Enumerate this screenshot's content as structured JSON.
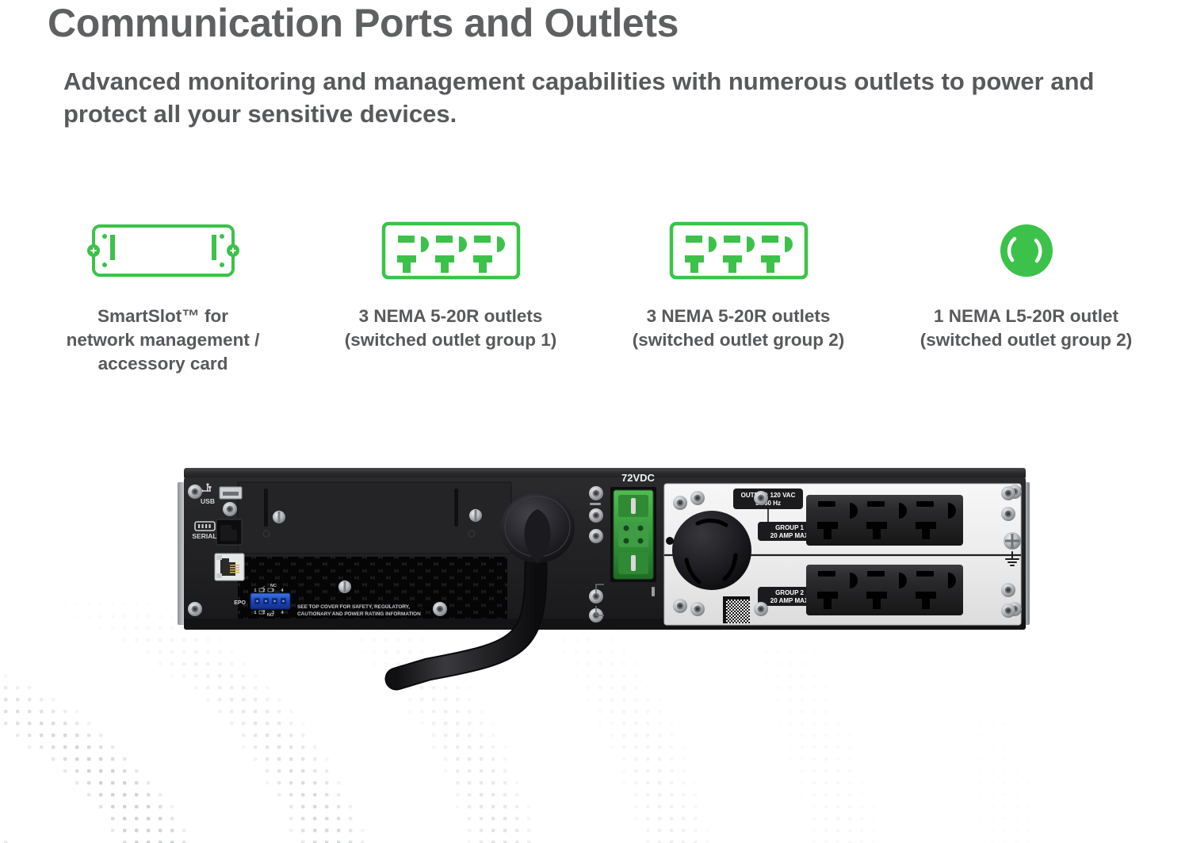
{
  "header": {
    "title": "Communication Ports and Outlets",
    "subtitle": "Advanced monitoring and management capabilities with numerous outlets to power and protect all your sensitive devices."
  },
  "colors": {
    "brand_green": "#3cc24a",
    "heading_gray": "#5f6062",
    "body_gray": "#58595b",
    "panel_white": "#efefef",
    "chassis_black": "#232323",
    "terminal_green": "#3faa3f",
    "epo_blue": "#2255cc"
  },
  "features": [
    {
      "icon": "smartslot-icon",
      "label": "SmartSlot™ for\nnetwork management /\naccessory card"
    },
    {
      "icon": "nema-5-20r-triple-outlet-icon",
      "label": "3 NEMA 5-20R outlets\n(switched outlet group 1)"
    },
    {
      "icon": "nema-5-20r-triple-outlet-icon",
      "label": "3 NEMA 5-20R outlets\n(switched outlet group 2)"
    },
    {
      "icon": "nema-l5-20r-twistlock-outlet-icon",
      "label": "1 NEMA L5-20R outlet\n(switched outlet group 2)"
    }
  ],
  "device": {
    "name": "ups-rear-panel",
    "labels": {
      "usb": "USB",
      "serial": "SERIAL",
      "epo": "EPO",
      "epo_nc": "NC",
      "epo_no": "NO",
      "epo_pins_top": [
        "1",
        "2",
        "3",
        "4"
      ],
      "epo_pins_bottom": [
        "1",
        "2",
        "3",
        "4"
      ],
      "safety_line1": "SEE TOP COVER FOR SAFETY, REGULATORY,",
      "safety_line2": "CAUTIONARY AND POWER RATING INFORMATION",
      "battery_connector": "72VDC",
      "output_line1": "OUTPUT: 120 VAC",
      "output_line2": "50/60 Hz",
      "group1_line1": "GROUP 1",
      "group1_line2": "20 AMP MAX",
      "group2_line1": "GROUP 2",
      "group2_line2": "20 AMP MAX"
    }
  }
}
